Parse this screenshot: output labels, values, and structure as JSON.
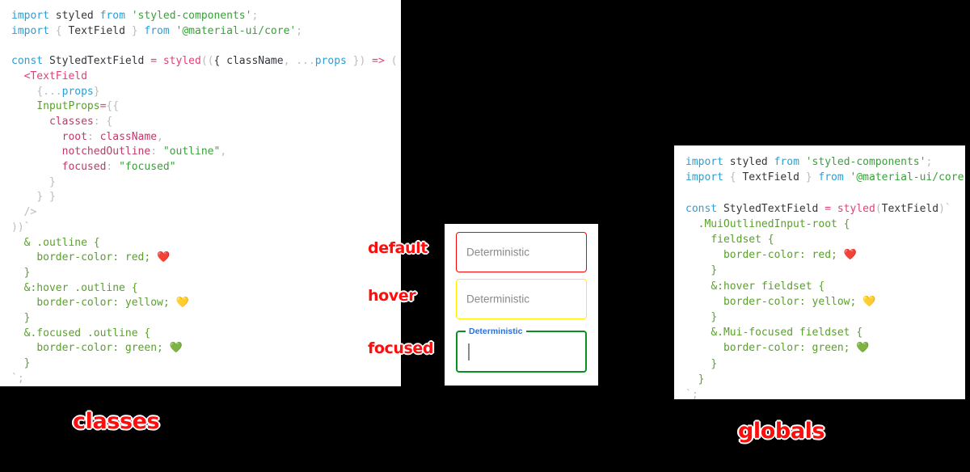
{
  "panels": {
    "classes": {
      "caption": "classes",
      "lines": [
        [
          {
            "t": "import",
            "c": "t-kw"
          },
          {
            "t": " ",
            "c": "t-plain"
          },
          {
            "t": "styled",
            "c": "t-plain"
          },
          {
            "t": " ",
            "c": "t-plain"
          },
          {
            "t": "from",
            "c": "t-kw"
          },
          {
            "t": " ",
            "c": "t-plain"
          },
          {
            "t": "'styled-components'",
            "c": "t-str"
          },
          {
            "t": ";",
            "c": "t-punc"
          }
        ],
        [
          {
            "t": "import",
            "c": "t-kw"
          },
          {
            "t": " ",
            "c": "t-plain"
          },
          {
            "t": "{",
            "c": "t-punc"
          },
          {
            "t": " TextField ",
            "c": "t-plain"
          },
          {
            "t": "}",
            "c": "t-punc"
          },
          {
            "t": " ",
            "c": "t-plain"
          },
          {
            "t": "from",
            "c": "t-kw"
          },
          {
            "t": " ",
            "c": "t-plain"
          },
          {
            "t": "'@material-ui/core'",
            "c": "t-str"
          },
          {
            "t": ";",
            "c": "t-punc"
          }
        ],
        [],
        [
          {
            "t": "const",
            "c": "t-kw"
          },
          {
            "t": " StyledTextField ",
            "c": "t-plain"
          },
          {
            "t": "=",
            "c": "t-op"
          },
          {
            "t": " ",
            "c": "t-plain"
          },
          {
            "t": "styled",
            "c": "t-fn"
          },
          {
            "t": "((",
            "c": "t-punc"
          },
          {
            "t": "{ className",
            "c": "t-plain"
          },
          {
            "t": ",",
            "c": "t-punc"
          },
          {
            "t": " ",
            "c": "t-plain"
          },
          {
            "t": "...",
            "c": "t-punc"
          },
          {
            "t": "props",
            "c": "t-var"
          },
          {
            "t": " })",
            "c": "t-punc"
          },
          {
            "t": " ",
            "c": "t-plain"
          },
          {
            "t": "=>",
            "c": "t-op"
          },
          {
            "t": " ",
            "c": "t-plain"
          },
          {
            "t": "(",
            "c": "t-punc"
          }
        ],
        [
          {
            "t": "  ",
            "c": "t-plain"
          },
          {
            "t": "<TextField",
            "c": "t-tag"
          }
        ],
        [
          {
            "t": "    ",
            "c": "t-plain"
          },
          {
            "t": "{",
            "c": "t-punc"
          },
          {
            "t": "...",
            "c": "t-punc"
          },
          {
            "t": "props",
            "c": "t-var"
          },
          {
            "t": "}",
            "c": "t-punc"
          }
        ],
        [
          {
            "t": "    ",
            "c": "t-plain"
          },
          {
            "t": "InputProps",
            "c": "t-attr"
          },
          {
            "t": "=",
            "c": "t-op"
          },
          {
            "t": "{{",
            "c": "t-punc"
          }
        ],
        [
          {
            "t": "      ",
            "c": "t-plain"
          },
          {
            "t": "classes",
            "c": "t-prop"
          },
          {
            "t": ":",
            "c": "t-punc"
          },
          {
            "t": " ",
            "c": "t-plain"
          },
          {
            "t": "{",
            "c": "t-punc"
          }
        ],
        [
          {
            "t": "        ",
            "c": "t-plain"
          },
          {
            "t": "root",
            "c": "t-prop"
          },
          {
            "t": ":",
            "c": "t-punc"
          },
          {
            "t": " className",
            "c": "t-prop"
          },
          {
            "t": ",",
            "c": "t-punc"
          }
        ],
        [
          {
            "t": "        ",
            "c": "t-plain"
          },
          {
            "t": "notchedOutline",
            "c": "t-prop"
          },
          {
            "t": ":",
            "c": "t-punc"
          },
          {
            "t": " ",
            "c": "t-plain"
          },
          {
            "t": "\"outline\"",
            "c": "t-str"
          },
          {
            "t": ",",
            "c": "t-punc"
          }
        ],
        [
          {
            "t": "        ",
            "c": "t-plain"
          },
          {
            "t": "focused",
            "c": "t-prop"
          },
          {
            "t": ":",
            "c": "t-punc"
          },
          {
            "t": " ",
            "c": "t-plain"
          },
          {
            "t": "\"focused\"",
            "c": "t-str"
          }
        ],
        [
          {
            "t": "      ",
            "c": "t-plain"
          },
          {
            "t": "}",
            "c": "t-punc"
          }
        ],
        [
          {
            "t": "    ",
            "c": "t-plain"
          },
          {
            "t": "} }",
            "c": "t-punc"
          }
        ],
        [
          {
            "t": "  ",
            "c": "t-plain"
          },
          {
            "t": "/>",
            "c": "t-punc"
          }
        ],
        [
          {
            "t": "))`",
            "c": "t-punc"
          }
        ],
        [
          {
            "t": "  ",
            "c": "t-plain"
          },
          {
            "t": "& .outline {",
            "c": "t-sel"
          }
        ],
        [
          {
            "t": "    ",
            "c": "t-plain"
          },
          {
            "t": "border-color: red; ",
            "c": "t-sel"
          },
          {
            "t": "❤️",
            "c": "emoji"
          }
        ],
        [
          {
            "t": "  ",
            "c": "t-plain"
          },
          {
            "t": "}",
            "c": "t-sel"
          }
        ],
        [
          {
            "t": "  ",
            "c": "t-plain"
          },
          {
            "t": "&:hover .outline {",
            "c": "t-sel"
          }
        ],
        [
          {
            "t": "    ",
            "c": "t-plain"
          },
          {
            "t": "border-color: yellow; ",
            "c": "t-sel"
          },
          {
            "t": "💛",
            "c": "emoji"
          }
        ],
        [
          {
            "t": "  ",
            "c": "t-plain"
          },
          {
            "t": "}",
            "c": "t-sel"
          }
        ],
        [
          {
            "t": "  ",
            "c": "t-plain"
          },
          {
            "t": "&.focused .outline {",
            "c": "t-sel"
          }
        ],
        [
          {
            "t": "    ",
            "c": "t-plain"
          },
          {
            "t": "border-color: green; ",
            "c": "t-sel"
          },
          {
            "t": "💚",
            "c": "emoji"
          }
        ],
        [
          {
            "t": "  ",
            "c": "t-plain"
          },
          {
            "t": "}",
            "c": "t-sel"
          }
        ],
        [
          {
            "t": "`;",
            "c": "t-punc"
          }
        ]
      ]
    },
    "globals": {
      "caption": "globals",
      "lines": [
        [
          {
            "t": "import",
            "c": "t-kw"
          },
          {
            "t": " ",
            "c": "t-plain"
          },
          {
            "t": "styled",
            "c": "t-plain"
          },
          {
            "t": " ",
            "c": "t-plain"
          },
          {
            "t": "from",
            "c": "t-kw"
          },
          {
            "t": " ",
            "c": "t-plain"
          },
          {
            "t": "'styled-components'",
            "c": "t-str"
          },
          {
            "t": ";",
            "c": "t-punc"
          }
        ],
        [
          {
            "t": "import",
            "c": "t-kw"
          },
          {
            "t": " ",
            "c": "t-plain"
          },
          {
            "t": "{",
            "c": "t-punc"
          },
          {
            "t": " TextField ",
            "c": "t-plain"
          },
          {
            "t": "}",
            "c": "t-punc"
          },
          {
            "t": " ",
            "c": "t-plain"
          },
          {
            "t": "from",
            "c": "t-kw"
          },
          {
            "t": " ",
            "c": "t-plain"
          },
          {
            "t": "'@material-ui/core'",
            "c": "t-str"
          },
          {
            "t": ";",
            "c": "t-punc"
          }
        ],
        [],
        [
          {
            "t": "const",
            "c": "t-kw"
          },
          {
            "t": " StyledTextField ",
            "c": "t-plain"
          },
          {
            "t": "=",
            "c": "t-op"
          },
          {
            "t": " ",
            "c": "t-plain"
          },
          {
            "t": "styled",
            "c": "t-fn"
          },
          {
            "t": "(",
            "c": "t-punc"
          },
          {
            "t": "TextField",
            "c": "t-plain"
          },
          {
            "t": ")`",
            "c": "t-punc"
          }
        ],
        [
          {
            "t": "  ",
            "c": "t-plain"
          },
          {
            "t": ".MuiOutlinedInput-root {",
            "c": "t-sel"
          }
        ],
        [
          {
            "t": "    ",
            "c": "t-plain"
          },
          {
            "t": "fieldset {",
            "c": "t-sel"
          }
        ],
        [
          {
            "t": "      ",
            "c": "t-plain"
          },
          {
            "t": "border-color: red; ",
            "c": "t-sel"
          },
          {
            "t": "❤️",
            "c": "emoji"
          }
        ],
        [
          {
            "t": "    ",
            "c": "t-plain"
          },
          {
            "t": "}",
            "c": "t-sel"
          }
        ],
        [
          {
            "t": "    ",
            "c": "t-plain"
          },
          {
            "t": "&:hover fieldset {",
            "c": "t-sel"
          }
        ],
        [
          {
            "t": "      ",
            "c": "t-plain"
          },
          {
            "t": "border-color: yellow; ",
            "c": "t-sel"
          },
          {
            "t": "💛",
            "c": "emoji"
          }
        ],
        [
          {
            "t": "    ",
            "c": "t-plain"
          },
          {
            "t": "}",
            "c": "t-sel"
          }
        ],
        [
          {
            "t": "    ",
            "c": "t-plain"
          },
          {
            "t": "&.Mui-focused fieldset {",
            "c": "t-sel"
          }
        ],
        [
          {
            "t": "      ",
            "c": "t-plain"
          },
          {
            "t": "border-color: green; ",
            "c": "t-sel"
          },
          {
            "t": "💚",
            "c": "emoji"
          }
        ],
        [
          {
            "t": "    ",
            "c": "t-plain"
          },
          {
            "t": "}",
            "c": "t-sel"
          }
        ],
        [
          {
            "t": "  ",
            "c": "t-plain"
          },
          {
            "t": "}",
            "c": "t-sel"
          }
        ],
        [
          {
            "t": "`;",
            "c": "t-punc"
          }
        ]
      ]
    }
  },
  "demo": {
    "fields": [
      {
        "state": "default",
        "label": "Deterministic",
        "border_color": "#ff0000"
      },
      {
        "state": "hover",
        "label": "Deterministic",
        "border_color": "#ffee00"
      },
      {
        "state": "focused",
        "label": "Deterministic",
        "border_color": "#0a8f22",
        "value": "",
        "label_color": "#2a6fd6"
      }
    ]
  },
  "captions": {
    "default": "default",
    "hover": "hover",
    "focused": "focused"
  },
  "colors": {
    "caption_red": "#ff0d0d",
    "panel_bg": "#ffffff",
    "page_bg": "#000000"
  }
}
